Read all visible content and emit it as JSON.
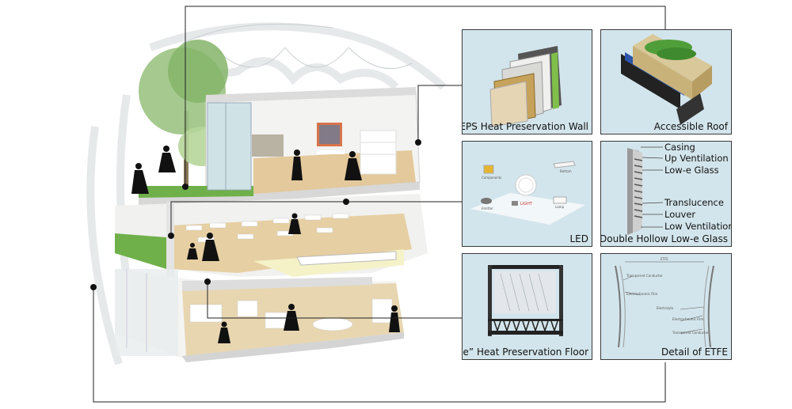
{
  "panels": {
    "eps_wall": {
      "caption": "EPS Heat Preservation Wall"
    },
    "accessible_roof": {
      "caption": "Accessible Roof"
    },
    "led": {
      "caption": "LED",
      "light_label": "LIGHT",
      "parts": [
        "Components",
        "Bottom",
        "Lamp",
        "Emitter"
      ]
    },
    "hollow_glass": {
      "caption": "Double Hollow Low-e Glass",
      "labels": [
        "Casing",
        "Up Ventilation",
        "Low-e Glass",
        "Translucence",
        "Louver",
        "Low Ventilation"
      ]
    },
    "y_floor": {
      "caption": "“Y-style”  Heat Preservation Floor"
    },
    "etfe": {
      "caption": "Detail of ETFE",
      "labels": [
        "ETFE",
        "Transparent Conductor",
        "Electrochromic Film",
        "Electrolyte",
        "Electrochromic Film",
        "Transparent Conductor"
      ]
    }
  },
  "colors": {
    "panel_bg": "#d3e5ec",
    "border": "#3a3a3a",
    "grass": "#6fb04a",
    "wood_floor": "#e3c99b",
    "wall": "#f2f2f0"
  }
}
